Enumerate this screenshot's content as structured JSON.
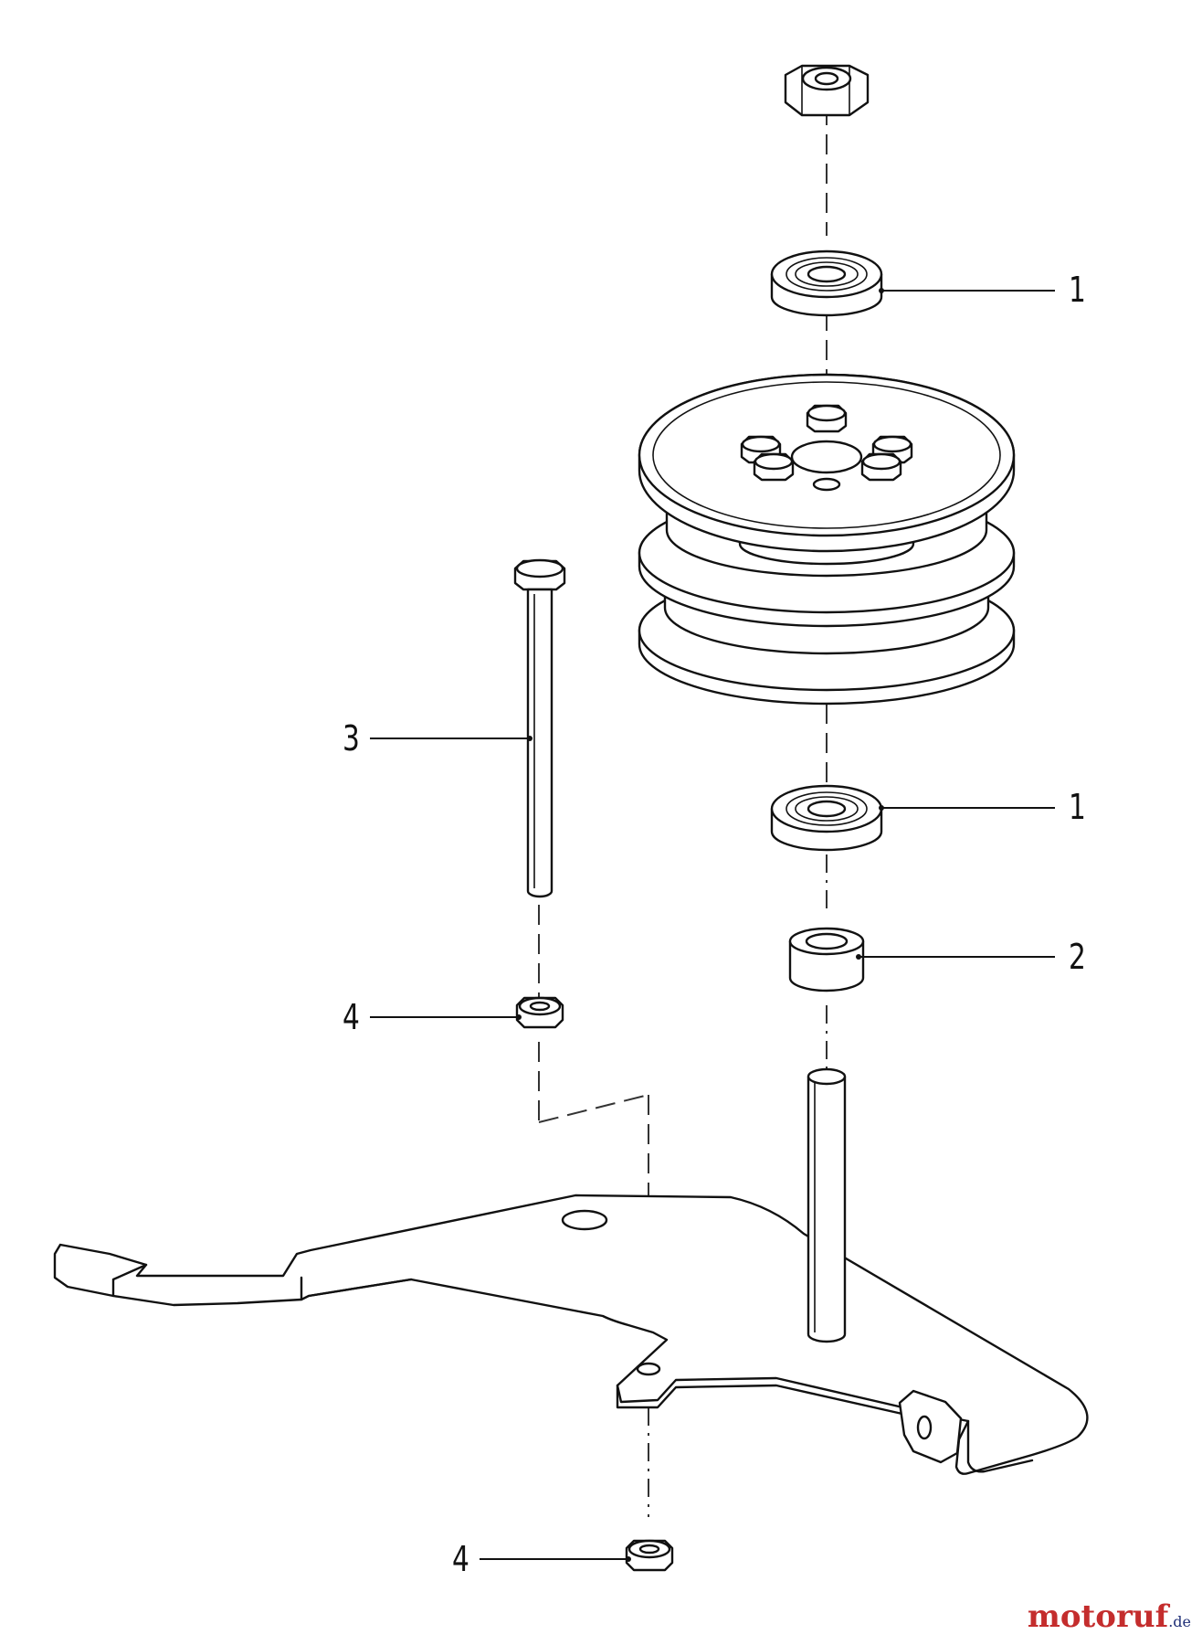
{
  "callouts": [
    {
      "id": "bearing-top",
      "label": "1"
    },
    {
      "id": "bearing-bottom",
      "label": "1"
    },
    {
      "id": "spacer",
      "label": "2"
    },
    {
      "id": "bolt",
      "label": "3"
    },
    {
      "id": "nut-middle",
      "label": "4"
    },
    {
      "id": "nut-bottom",
      "label": "4"
    }
  ],
  "watermark": {
    "part_a": "motoruf",
    "part_b": ".de"
  },
  "colors": {
    "line": "#111111",
    "background": "#ffffff",
    "watermark_red": "#c42d2d",
    "watermark_blue": "#1f2f77"
  }
}
